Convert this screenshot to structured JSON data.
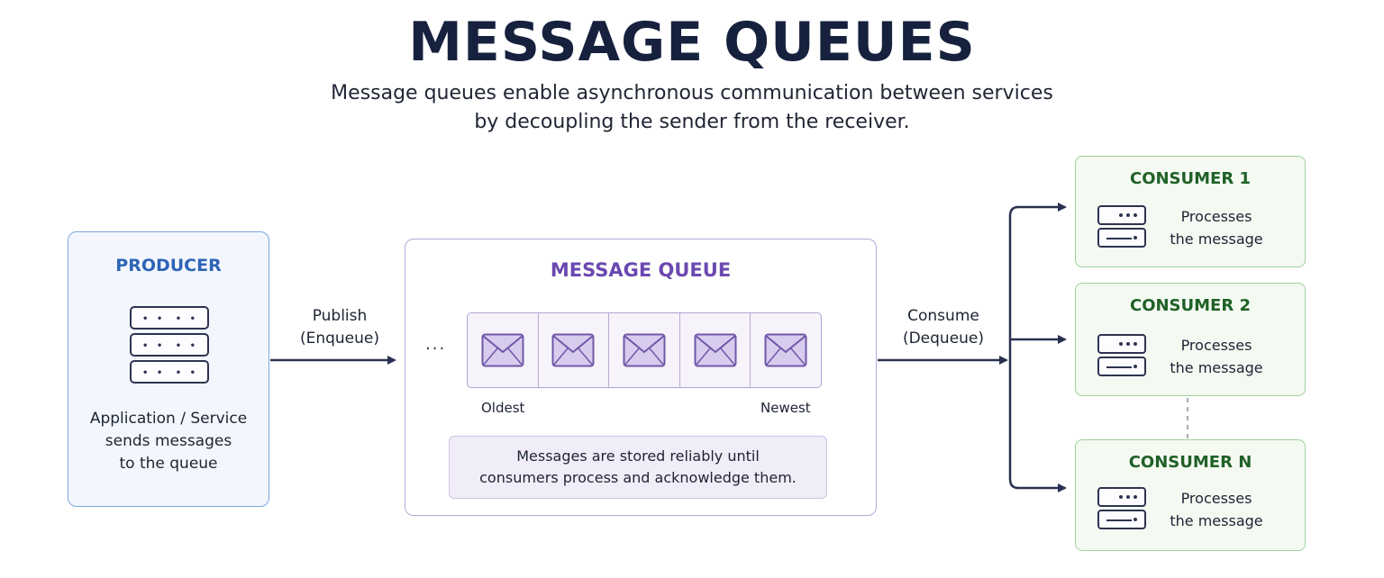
{
  "title": "MESSAGE QUEUES",
  "subtitle": {
    "line1": "Message queues enable asynchronous communication between services",
    "line2": "by decoupling the sender from the receiver."
  },
  "producer": {
    "title": "PRODUCER",
    "icon": "server-icon",
    "desc": [
      "Application / Service",
      "sends messages",
      "to the queue"
    ]
  },
  "publish_edge": {
    "line1": "Publish",
    "line2": "(Enqueue)"
  },
  "queue": {
    "title": "MESSAGE QUEUE",
    "ellipsis": "...",
    "message_icon": "envelope-icon",
    "oldest_label": "Oldest",
    "newest_label": "Newest",
    "note": [
      "Messages are stored reliably until",
      "consumers process and acknowledge them."
    ]
  },
  "consume_edge": {
    "line1": "Consume",
    "line2": "(Dequeue)"
  },
  "consumers": [
    {
      "title": "CONSUMER 1",
      "desc": [
        "Processes",
        "the message"
      ]
    },
    {
      "title": "CONSUMER 2",
      "desc": [
        "Processes",
        "the message"
      ]
    },
    {
      "title": "CONSUMER N",
      "desc": [
        "Processes",
        "the message"
      ]
    }
  ],
  "colors": {
    "producer_accent": "#2e64b7",
    "queue_accent": "#6b48b0",
    "consumer_accent": "#1f6127",
    "arrow": "#2a3150"
  }
}
